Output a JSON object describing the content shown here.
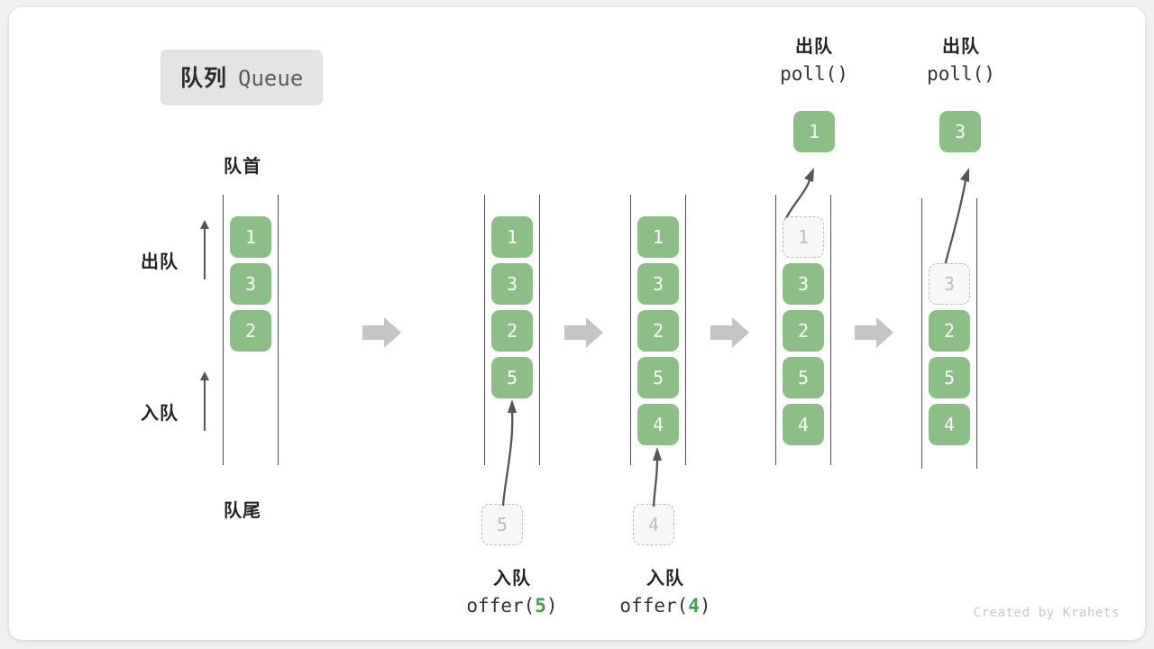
{
  "title": {
    "cn": "队列",
    "en": "Queue"
  },
  "labels": {
    "front": "队首",
    "rear": "队尾",
    "dequeue": "出队",
    "enqueue": "入队"
  },
  "credit": "Created by Krahets",
  "colors": {
    "cell_fill": "#8cbf86",
    "cell_text": "#ffffff",
    "ghost_fill": "#f7f7f7",
    "ghost_border": "#bdbdbd",
    "ghost_text": "#bdbdbd",
    "rail": "#4d4d4d",
    "block_arrow": "#c4c4c4",
    "curve_arrow": "#555555",
    "badge_bg": "#e4e4e4",
    "accent_green": "#3f9e4d",
    "card_bg": "#ffffff",
    "page_bg": "#f0f0f0"
  },
  "steps": [
    {
      "id": "step1",
      "cells": [
        "1",
        "3",
        "2"
      ],
      "ghost_index": null,
      "ghost_value": null,
      "side_markers": [
        "出队",
        "入队"
      ]
    },
    {
      "id": "step2",
      "cells": [
        "1",
        "3",
        "2",
        "5"
      ],
      "ghost_index": null,
      "ghost_value": null,
      "incoming": "5",
      "op_line1": "入队",
      "op_call_prefix": "offer(",
      "op_call_value": "5",
      "op_call_suffix": ")"
    },
    {
      "id": "step3",
      "cells": [
        "1",
        "3",
        "2",
        "5",
        "4"
      ],
      "ghost_index": null,
      "ghost_value": null,
      "incoming": "4",
      "op_line1": "入队",
      "op_call_prefix": "offer(",
      "op_call_value": "4",
      "op_call_suffix": ")"
    },
    {
      "id": "step4",
      "cells": [
        "1",
        "3",
        "2",
        "5",
        "4"
      ],
      "ghost_index": 0,
      "ghost_value": "1",
      "popped": "1",
      "op_line1": "出队",
      "op_call_prefix": "poll(",
      "op_call_value": "",
      "op_call_suffix": ")"
    },
    {
      "id": "step5",
      "cells": [
        "3",
        "2",
        "5",
        "4"
      ],
      "ghost_index": 0,
      "ghost_value": "3",
      "popped": "3",
      "op_line1": "出队",
      "op_call_prefix": "poll(",
      "op_call_value": "",
      "op_call_suffix": ")"
    }
  ]
}
